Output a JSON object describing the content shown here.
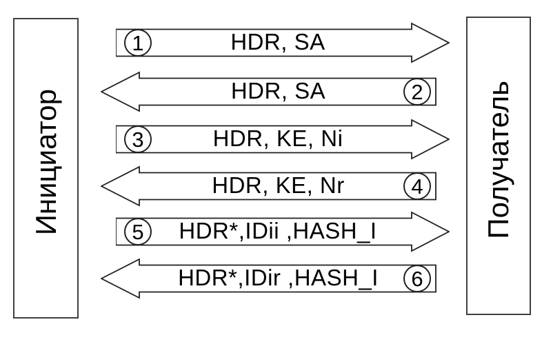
{
  "diagram": {
    "title_semantic": "isakmp-main-mode-exchange",
    "left_actor": "Инициатор",
    "right_actor": "Получатель",
    "messages": [
      {
        "step": "1",
        "label": "HDR, SA",
        "direction": "right"
      },
      {
        "step": "2",
        "label": "HDR, SA",
        "direction": "left"
      },
      {
        "step": "3",
        "label": "HDR, KE, Ni",
        "direction": "right"
      },
      {
        "step": "4",
        "label": "HDR, KE, Nr",
        "direction": "left"
      },
      {
        "step": "5",
        "label": "HDR*,IDii ,HASH_I",
        "direction": "right"
      },
      {
        "step": "6",
        "label": "HDR*,IDir ,HASH_I",
        "direction": "left"
      }
    ],
    "colors": {
      "line": "#1f1f1f",
      "box_border": "#3f3f3f",
      "text": "#000000",
      "background": "#ffffff"
    }
  }
}
